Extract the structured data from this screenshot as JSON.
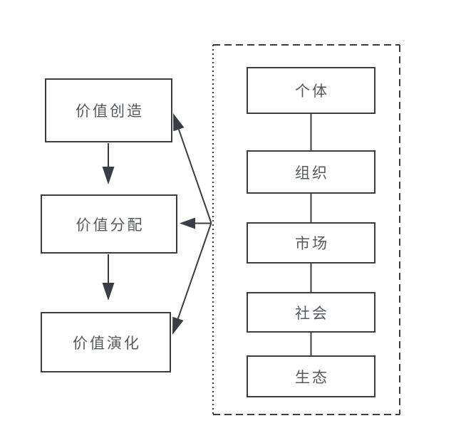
{
  "left_flow": {
    "nodes": [
      {
        "label": "价值创造"
      },
      {
        "label": "价值分配"
      },
      {
        "label": "价值演化"
      }
    ]
  },
  "right_group": {
    "nodes": [
      {
        "label": "个体"
      },
      {
        "label": "组织"
      },
      {
        "label": "市场"
      },
      {
        "label": "社会"
      },
      {
        "label": "生态"
      }
    ]
  },
  "colors": {
    "line": "#3a3e42",
    "text": "#56595d",
    "background": "#ffffff"
  }
}
